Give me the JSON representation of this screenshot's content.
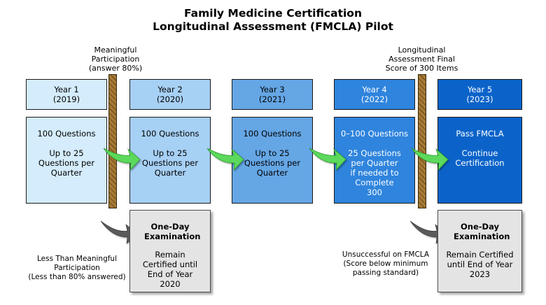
{
  "title": {
    "line1": "Family Medicine Certification",
    "line2": "Longitudinal Assessment (FMCLA) Pilot"
  },
  "notes": {
    "meaningful": [
      "Meaningful",
      "Participation",
      "(answer 80%)"
    ],
    "final_score": [
      "Longitudinal",
      "Assessment Final",
      "Score of 300 Items"
    ],
    "less_than": [
      "Less Than Meaningful",
      "Participation",
      "(Less than 80% answered)"
    ],
    "unsuccessful": [
      "Unsuccessful on FMCLA",
      "(Score below minimum",
      "passing standard)"
    ]
  },
  "years": [
    {
      "label": "Year 1",
      "year": "(2019)",
      "lines": [
        "100 Questions",
        "Up to 25 Questions per Quarter"
      ]
    },
    {
      "label": "Year 2",
      "year": "(2020)",
      "lines": [
        "100 Questions",
        "Up to 25 Questions per Quarter"
      ]
    },
    {
      "label": "Year 3",
      "year": "(2021)",
      "lines": [
        "100 Questions",
        "Up to 25 Questions per Quarter"
      ]
    },
    {
      "label": "Year 4",
      "year": "(2022)",
      "lines": [
        "0–100 Questions",
        "25 Questions per Quarter if needed to Complete 300"
      ]
    },
    {
      "label": "Year 5",
      "year": "(2023)",
      "lines": [
        "Pass FMCLA",
        "Continue Certification"
      ]
    }
  ],
  "exams": [
    {
      "title": "One-Day Examination",
      "text": "Remain Certified until End of Year 2020"
    },
    {
      "title": "One-Day Examination",
      "text": "Remain Certified until End of Year 2023"
    }
  ],
  "colors": {
    "year1": "#d4ecfb",
    "year2": "#a7d0f5",
    "year3": "#65a6e5",
    "year4": "#2f84dd",
    "year5": "#0b63c9",
    "arrow": "#5cd95c",
    "bar": "#a77a35",
    "exam": "#e4e4e4"
  }
}
